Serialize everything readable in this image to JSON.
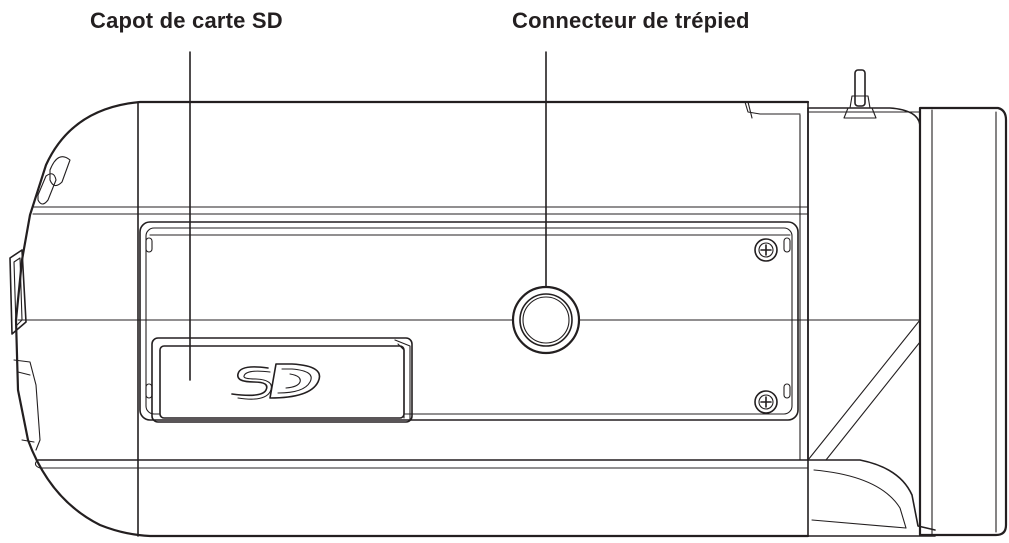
{
  "callouts": [
    {
      "id": "sd-card-cover",
      "text": "Capot de carte SD"
    },
    {
      "id": "tripod-connector",
      "text": "Connecteur de trépied"
    }
  ],
  "logo_text": "SD"
}
